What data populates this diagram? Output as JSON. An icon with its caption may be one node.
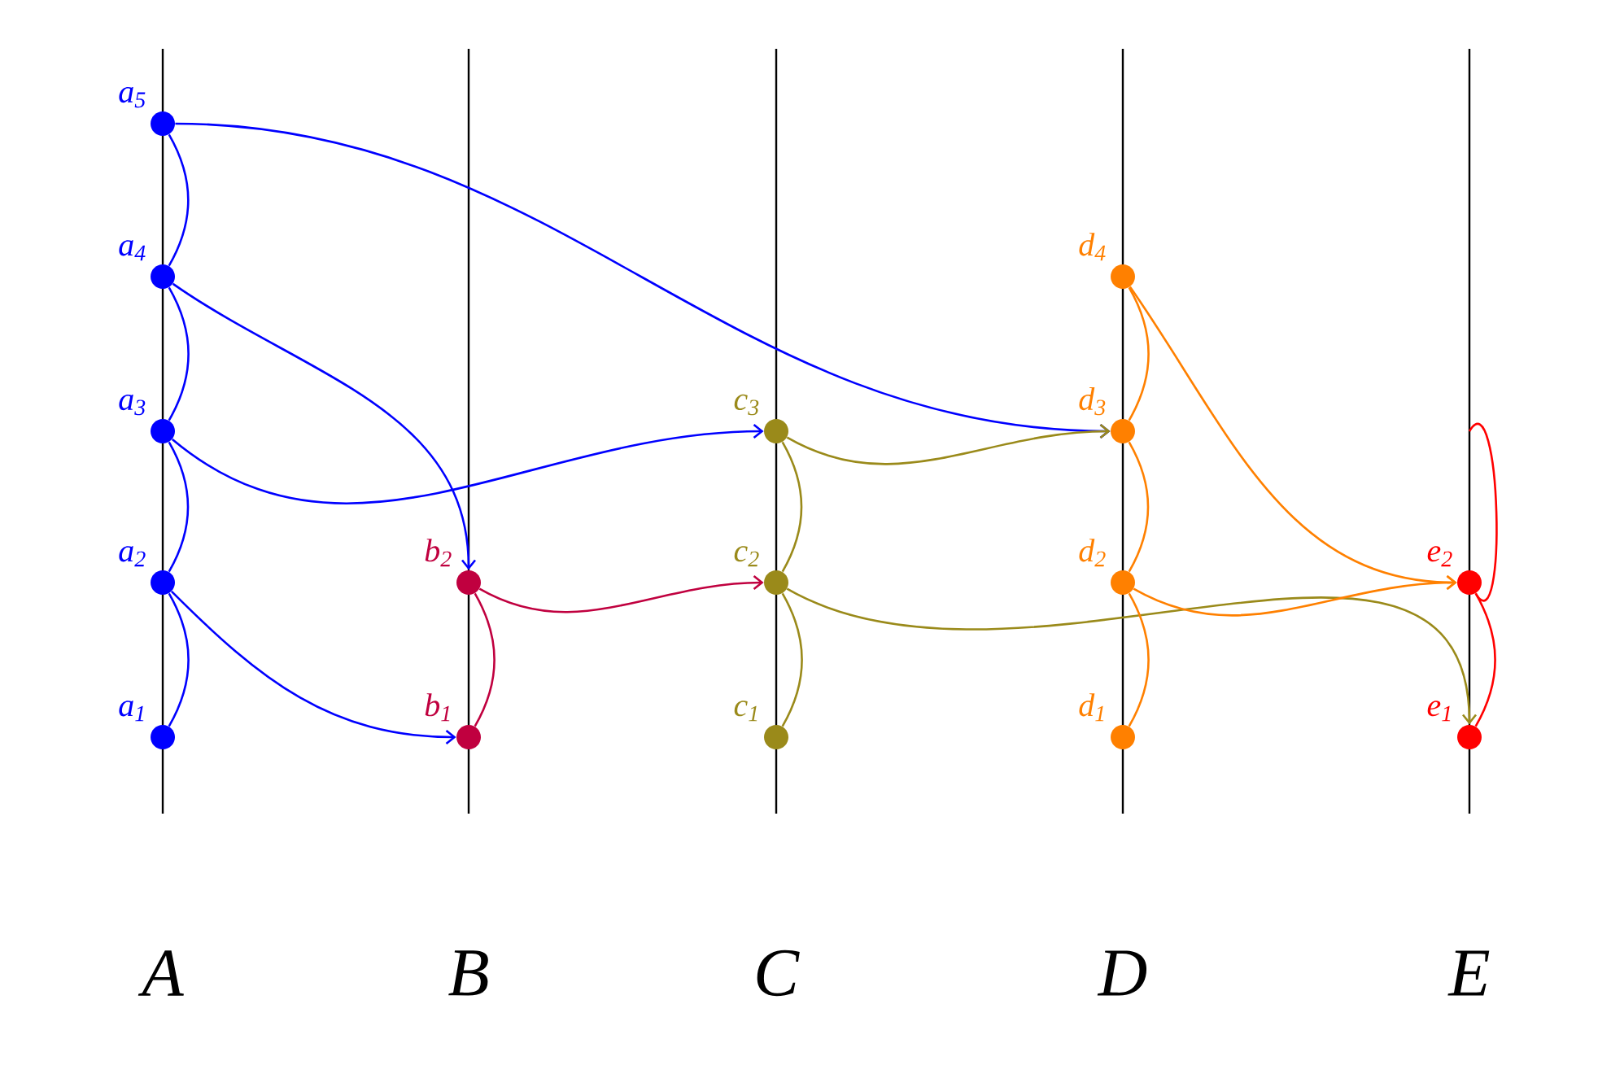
{
  "diagram": {
    "nodes": [
      {
        "text": [
          "a$_{1}$"
        ]
      },
      {
        "text": [
          "a$_{2}$"
        ]
      },
      {
        "text": [
          "a$_{3}$"
        ]
      },
      {
        "text": [
          "a$_{4}$"
        ]
      },
      {
        "text": [
          "a$_{5}$"
        ]
      },
      {
        "text": [
          "b$_{1}$"
        ]
      },
      {
        "text": [
          "b$_{2}$"
        ]
      },
      {
        "text": [
          "c$_{1}$"
        ]
      },
      {
        "text": [
          "c$_{2}$"
        ]
      },
      {
        "text": [
          "c$_{3}$"
        ]
      },
      {
        "text": [
          "d$_{1}$"
        ]
      },
      {
        "text": [
          "d$_{2}$"
        ]
      },
      {
        "text": [
          "d$_{3}$"
        ]
      },
      {
        "text": [
          "d$_{4}$"
        ]
      },
      {
        "text": [
          "e$_{1}$"
        ]
      },
      {
        "text": [
          "e$_{2}$"
        ]
      }
    ],
    "edges": [
      {
        "from": 0,
        "to": 1,
        "arrow": "none"
      },
      {
        "from": 1,
        "to": 2,
        "arrow": "none"
      },
      {
        "from": 2,
        "to": 3,
        "arrow": "none"
      },
      {
        "from": 3,
        "to": 4,
        "arrow": "none"
      },
      {
        "from": 4,
        "to": 12,
        "arrow": "to"
      },
      {
        "from": 3,
        "to": 6,
        "arrow": "to"
      },
      {
        "from": 2,
        "to": 9,
        "arrow": "to"
      },
      {
        "from": 1,
        "to": 5,
        "arrow": "to"
      },
      {
        "from": 5,
        "to": 6,
        "arrow": "none",
        "color": "#c0003f"
      },
      {
        "from": 6,
        "to": 8,
        "arrow": "to",
        "color": "#c0003f"
      },
      {
        "from": 7,
        "to": 8,
        "arrow": "none",
        "color": "#9a8a1a"
      },
      {
        "from": 8,
        "to": 9,
        "arrow": "none",
        "color": "#9a8a1a"
      },
      {
        "from": 9,
        "to": 12,
        "arrow": "to",
        "color": "#9a8a1a"
      },
      {
        "from": 8,
        "to": 14,
        "arrow": "to",
        "color": "#9a8a1a"
      },
      {
        "from": 10,
        "to": 11,
        "arrow": "none",
        "color": "#ff8000"
      },
      {
        "from": 11,
        "to": 12,
        "arrow": "none",
        "color": "#ff8000"
      },
      {
        "from": 12,
        "to": 13,
        "arrow": "none",
        "color": "#ff8000"
      },
      {
        "from": 13,
        "to": 15,
        "arrow": "to",
        "color": "#ff8000"
      },
      {
        "from": 11,
        "to": 15,
        "arrow": "to",
        "color": "#ff8000"
      },
      {
        "from": 14,
        "to": 15,
        "arrow": "none",
        "color": "#ff0000"
      },
      {
        "from": null,
        "to": 15,
        "arrow": "none",
        "color": "#ff0000"
      }
    ],
    "labels": [
      "A",
      "B",
      "C",
      "D",
      "E"
    ]
  }
}
